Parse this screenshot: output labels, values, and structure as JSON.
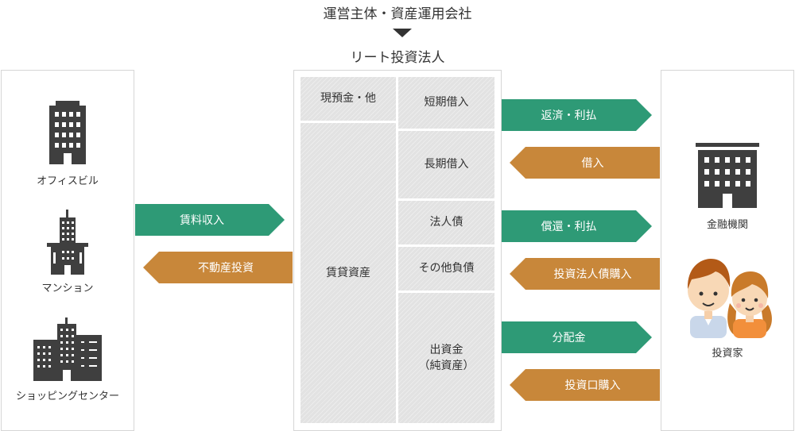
{
  "header": {
    "top_title": "運営主体・資産運用会社",
    "main_title": "リート投資法人"
  },
  "left_panel": {
    "items": [
      {
        "label": "オフィスビル"
      },
      {
        "label": "マンション"
      },
      {
        "label": "ショッピングセンター"
      }
    ]
  },
  "left_arrows": {
    "rent": "賃料収入",
    "real_estate_investment": "不動産投資"
  },
  "balance_sheet": {
    "assets": {
      "cash": "現預金・他",
      "rental": "賃貸資産"
    },
    "liabilities": {
      "short_term": "短期借入",
      "long_term": "長期借入",
      "corporate_bonds": "法人債",
      "other": "その他負債",
      "equity_line1": "出資金",
      "equity_line2": "（純資産）"
    }
  },
  "right_arrows": {
    "repay_interest": "返済・利払",
    "borrow": "借入",
    "redeem_interest": "償還・利払",
    "bond_purchase": "投資法人債購入",
    "distribution": "分配金",
    "unit_purchase": "投資口購入"
  },
  "right_panel": {
    "financial": "金融機関",
    "investor": "投資家"
  },
  "colors": {
    "green": "#2e9a76",
    "orange": "#c8873a",
    "icon": "#3f3f3f"
  }
}
